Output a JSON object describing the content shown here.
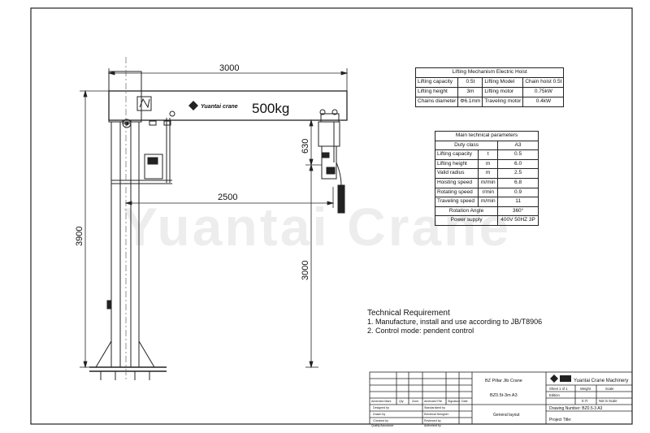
{
  "dimensions": {
    "boom_length": "3000",
    "radius": "2500",
    "total_height": "3900",
    "lift_height": "3000",
    "hoist_offset": "630"
  },
  "boom": {
    "capacity_label": "500kg",
    "brand_text": "Yuantai crane"
  },
  "watermark": "Yuantai Crane",
  "hoist_table": {
    "title": "Lifting Mechanism Electric Hoist",
    "rows": [
      [
        "Lifting capacity",
        "0.5t",
        "Lifting Model",
        "Chain hoist 0.5t"
      ],
      [
        "Lifting height",
        "3m",
        "Lifting motor",
        "0.75kW"
      ],
      [
        "Chains diameter",
        "Φ6.1mm",
        "Traveling motor",
        "0.4kW"
      ]
    ]
  },
  "params_table": {
    "title": "Main technical parameters",
    "rows": [
      [
        "Duty class",
        "",
        "A3"
      ],
      [
        "Lifting capacity",
        "t",
        "0.5"
      ],
      [
        "Lifting height",
        "m",
        "6.0"
      ],
      [
        "Valid radius",
        "m",
        "2.5"
      ],
      [
        "Hoisting speed",
        "m/min",
        "6.8"
      ],
      [
        "Rotating speed",
        "r/min",
        "0.9"
      ],
      [
        "Traveling speed",
        "m/min",
        "11"
      ],
      [
        "Rotation Angle",
        "",
        "360°"
      ],
      [
        "Power supply",
        "",
        "400V 50HZ 3P"
      ]
    ]
  },
  "technical_requirement": {
    "heading": "Technical Requirement",
    "items": [
      "1. Manufacture, install and use according to JB/T8906",
      "2. Control mode: pendent control"
    ]
  },
  "title_block": {
    "revision_headers": [
      "Amended Mark",
      "Qty",
      "Zone",
      "Amended File",
      "Signature",
      "Date"
    ],
    "role_left": [
      "Designed by",
      "Drawn by",
      "Checked by",
      "Quality Assurance"
    ],
    "role_right": [
      "Standardized by",
      "Electrical Designer",
      "Reviewed by",
      "Authorized by"
    ],
    "product_name": "BZ Pillar Jib Crane",
    "model": "BZ0.5t-3m A3",
    "layout_label": "General layout",
    "company": "Yuantai Crane Machinery",
    "sheet": "Sheet 1 of 1",
    "weight_label": "Weight",
    "scale_label": "Scale",
    "edition_label": "Edition",
    "weight_value": "0.7t",
    "scale_value": "Not in Scale",
    "drawing_number": "Drawing Number: BZ0.5-3 A3",
    "project_title": "Project Title:"
  }
}
